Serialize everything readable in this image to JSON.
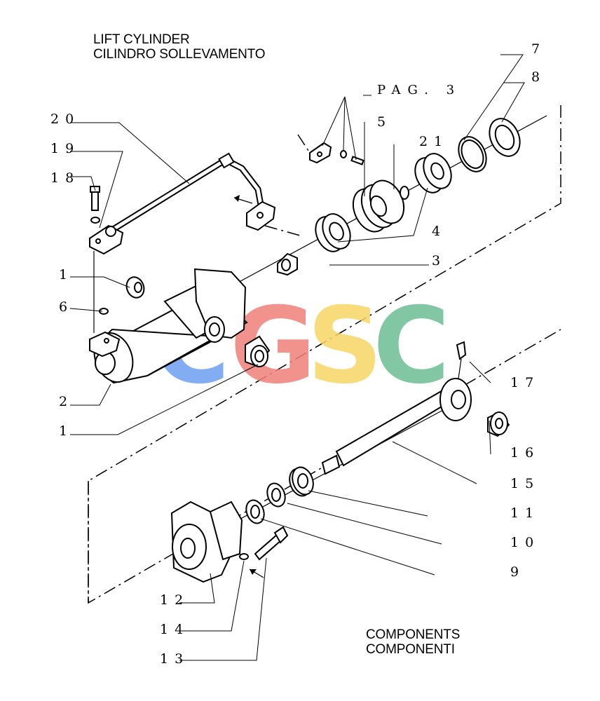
{
  "titles": {
    "top_en": "LIFT CYLINDER",
    "top_it": "CILINDRO SOLLEVAMENTO",
    "bottom_en": "COMPONENTS",
    "bottom_it": "COMPONENTI"
  },
  "reference": "PAG. 3",
  "callouts": {
    "c1a": "1",
    "c1b": "1",
    "c2": "2",
    "c3": "3",
    "c4": "4",
    "c5": "5",
    "c6": "6",
    "c7": "7",
    "c8": "8",
    "c9": "9",
    "c10": "10",
    "c11": "11",
    "c12": "12",
    "c13": "13",
    "c14": "14",
    "c15": "15",
    "c16": "16",
    "c17": "17",
    "c18": "18",
    "c19": "19",
    "c20": "20",
    "c21": "21"
  },
  "watermark": {
    "letters": [
      "C",
      "G",
      "S",
      "C"
    ],
    "colors": [
      "#6e9ff2",
      "#f08078",
      "#f7d565",
      "#6cbe95"
    ]
  }
}
